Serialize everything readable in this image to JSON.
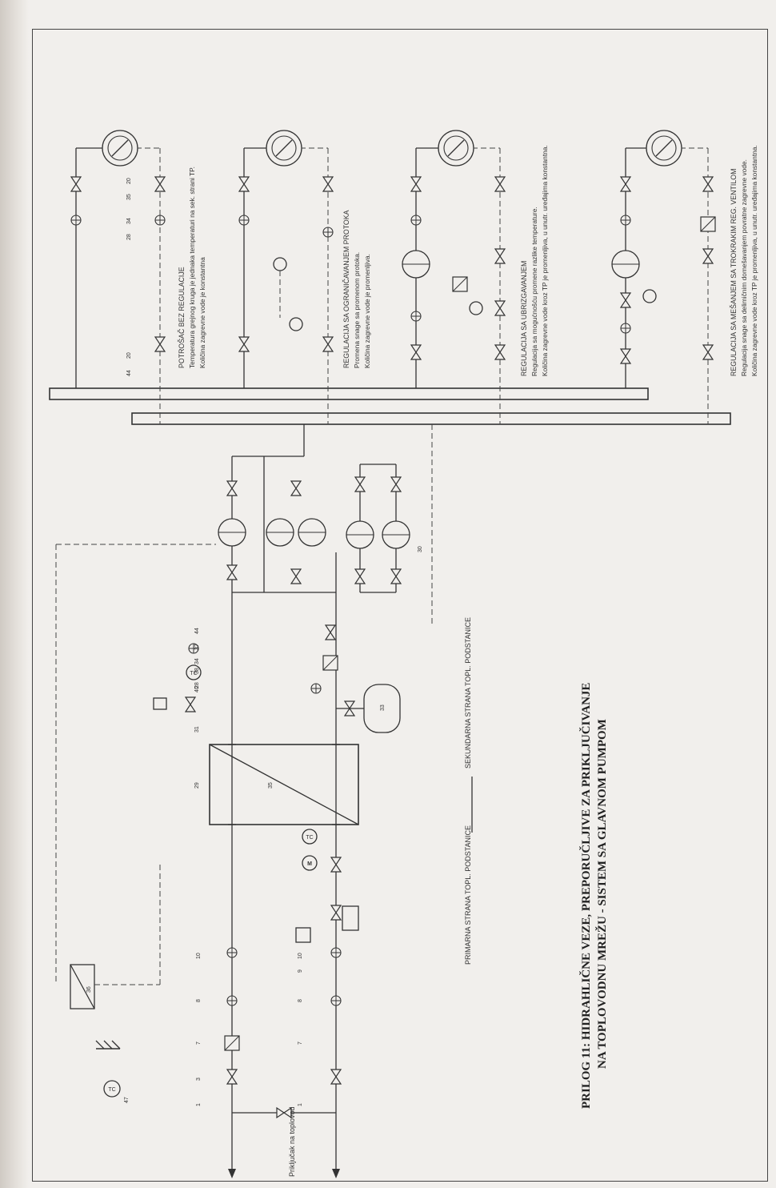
{
  "title_line1": "PRILOG 11:  HIDRAHLIČNE VEZE, PREPORUČLJIVE ZA PRIKLJUČIVANJE",
  "title_line2": "NA TOPLOVODNU MREŽU  -  SISTEM SA GLAVNOM PUMPOM",
  "connection_label": "Priključak na toplovod",
  "primary_side": "PRIMARNA STRANA TOPL. PODSTANICE",
  "secondary_side": "SEKUNDARNA STRANA TOPL. PODSTANICE",
  "consumers": [
    {
      "heading": "POTROŠAČ BEZ  REGULACIJE",
      "line1": "Temperatura grejnog kruga je jednaka temperaturi na sek. strani TP.",
      "line2": "Količina zagrevne vode je konstantna"
    },
    {
      "heading": "REGULACIJA SA OGRANIČAVANJEM PROTOKA",
      "line1": "Promena snage sa promenom protoka.",
      "line2": "Količina zagrevne vode je promenljiva."
    },
    {
      "heading": "REGULACIJA  SA  UBRIZGAVANJEM",
      "line1": "Regulacija sa mogućnošću promene razlike temperature.",
      "line2": "Količina zagrevne vode kroz TP je promenljiva, u unutr. uređajima konstantna."
    },
    {
      "heading": "REGULACIJA SA MEŠANJEM SA TROKRAKIM  REG. VENTILOM",
      "line1": "Regulacija snage sa delimičnim domešavanjem povratne zagrevne vode.",
      "line2": "Količina zagrevne vode kroz TP je promenljiva, u unutr. uređajima konstantna."
    }
  ],
  "symbols": {
    "tc": "TC",
    "m": "M",
    "pump_group_no": "30",
    "exchanger_no": "35",
    "tank_no": "33",
    "outdoor_sensor_no": "47",
    "controller_no": "36"
  },
  "primary_numbers_top": [
    "1",
    "3",
    "7",
    "8",
    "10"
  ],
  "primary_numbers_bottom": [
    "1",
    "7",
    "8",
    "9",
    "10"
  ],
  "secondary_numbers": [
    "29",
    "31",
    "40",
    "38",
    "37",
    "28",
    "34",
    "44"
  ],
  "consumer_numbers": [
    "44",
    "20",
    "28",
    "34",
    "35",
    "20"
  ]
}
